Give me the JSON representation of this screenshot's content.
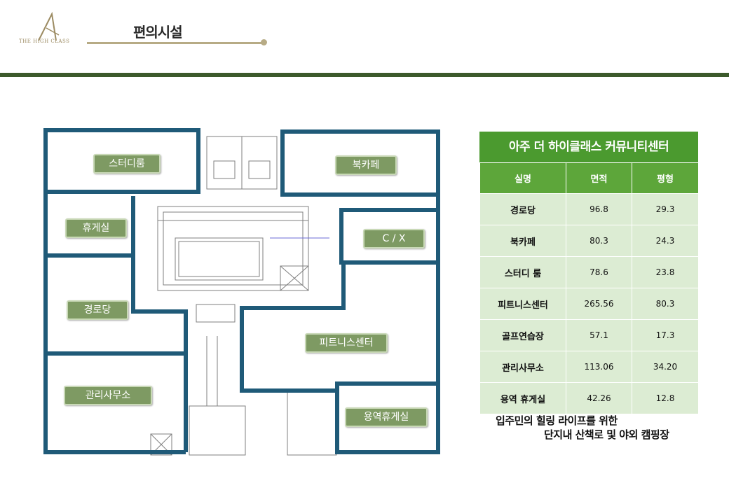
{
  "header": {
    "brand": "THE HIGH CLASS",
    "title": "편의시설"
  },
  "floorplan": {
    "labels": {
      "study_room": "스터디룸",
      "book_cafe": "북카페",
      "lounge": "휴게실",
      "cx": "C / X",
      "senior_center": "경로당",
      "fitness_center": "피트니스센터",
      "management_office": "관리사무소",
      "staff_lounge": "용역휴게실"
    }
  },
  "table": {
    "title": "아주 더 하이클래스 커뮤니티센터",
    "headers": [
      "실명",
      "면적",
      "평형"
    ],
    "rows": [
      [
        "경로당",
        "96.8",
        "29.3"
      ],
      [
        "북카페",
        "80.3",
        "24.3"
      ],
      [
        "스터디 룸",
        "78.6",
        "23.8"
      ],
      [
        "피트니스센터",
        "265.56",
        "80.3"
      ],
      [
        "골프연습장",
        "57.1",
        "17.3"
      ],
      [
        "관리사무소",
        "113.06",
        "34.20"
      ],
      [
        "용역 휴게실",
        "42.26",
        "12.8"
      ]
    ]
  },
  "slogan": {
    "line1": "입주민의 힐링 라이프를 위한",
    "line2": "단지내 산책로 및 야외 캠핑장"
  },
  "colors": {
    "wall": "#1f5a78",
    "header_band": "#3c5a2b",
    "table_title": "#4b9a2f",
    "table_header": "#5da63a",
    "table_cell": "#dcecd3",
    "label_bg": "#7e9a63",
    "gold": "#b7ab85"
  }
}
